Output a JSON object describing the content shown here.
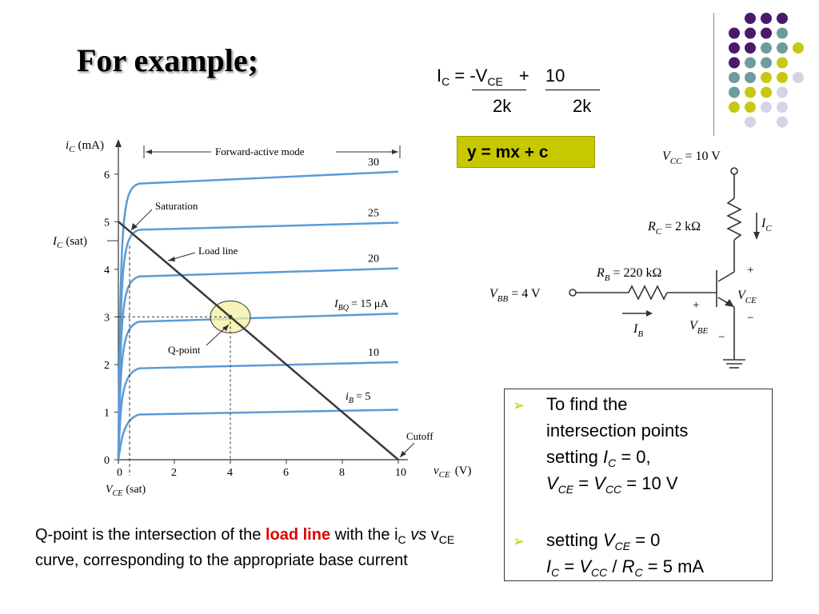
{
  "slide": {
    "title": "For example;",
    "equation": {
      "ic_label": "I",
      "ic_sub": "C",
      "equals": "= -V",
      "vce_sub": "CE",
      "plus": "+",
      "ten": "10",
      "den1": "2k",
      "den2": "2k"
    },
    "line_equation": "y = mx + c",
    "caption": {
      "part1": "Q-point is the intersection of the ",
      "highlight": "load line",
      "part2": " with the i",
      "sub_c": "C",
      "vs": " vs ",
      "v": "v",
      "sub_ce": "CE",
      "part3": " curve, corresponding to the appropriate base current"
    },
    "info": {
      "bullet1_line1": "To find the",
      "bullet1_line2": "intersection points",
      "bullet1_line3": "setting ",
      "bullet1_line4": "= 10 V",
      "bullet2_line1": "setting ",
      "bullet2_line2": "= 5 mA",
      "var_I": "I",
      "var_V": "V",
      "sub_C": "C",
      "sub_CE": "CE",
      "sub_CC": "CC",
      "eq_zero": "= 0,",
      "eq_zero2": "= 0",
      "eq": "=",
      "slash": "/",
      "var_R": "R",
      "sub_Cr": "C"
    }
  },
  "chart_data": {
    "type": "line",
    "ylabel": "i",
    "ylabel_sub": "C",
    "ylabel_unit": "(mA)",
    "xlabel": "v",
    "xlabel_sub": "CE",
    "xlabel_unit": "(V)",
    "xlim": [
      0,
      10
    ],
    "ylim": [
      0,
      6.5
    ],
    "x_ticks": [
      "0",
      "2",
      "4",
      "6",
      "8",
      "10"
    ],
    "y_ticks": [
      "0",
      "1",
      "2",
      "3",
      "4",
      "5",
      "6"
    ],
    "x_tick_values": [
      0,
      2,
      4,
      6,
      8,
      10
    ],
    "y_tick_values": [
      0,
      1,
      2,
      3,
      4,
      5,
      6
    ],
    "series": [
      {
        "name": "30",
        "values": [
          [
            0.75,
            5.8
          ],
          [
            10,
            6.05
          ]
        ]
      },
      {
        "name": "25",
        "values": [
          [
            0.75,
            4.83
          ],
          [
            10,
            4.98
          ]
        ]
      },
      {
        "name": "20",
        "values": [
          [
            0.75,
            3.85
          ],
          [
            10,
            4.02
          ]
        ]
      },
      {
        "name": "I_BQ = 15 µA",
        "values": [
          [
            0.75,
            2.9
          ],
          [
            10,
            3.07
          ]
        ]
      },
      {
        "name": "10",
        "values": [
          [
            0.75,
            1.92
          ],
          [
            10,
            2.05
          ]
        ]
      },
      {
        "name": "i_B = 5",
        "values": [
          [
            0.75,
            0.95
          ],
          [
            10,
            1.05
          ]
        ]
      }
    ],
    "series_labels": [
      "30",
      "25",
      "20",
      "15",
      "10",
      "5"
    ],
    "load_line": [
      [
        0,
        5
      ],
      [
        10,
        0
      ]
    ],
    "q_point": [
      4,
      3
    ],
    "annotations": {
      "forward_active": "Forward-active mode",
      "saturation": "Saturation",
      "load_line": "Load line",
      "q_point": "Q-point",
      "cutoff": "Cutoff",
      "ic_sat": "I",
      "ic_sat_sub": "C",
      "ic_sat_suffix": "(sat)",
      "vce_sat": "V",
      "vce_sat_sub": "CE",
      "vce_sat_suffix": "(sat)",
      "ibq": "I",
      "ibq_sub": "BQ",
      "ibq_val": "= 15 μA",
      "ib": "i",
      "ib_sub": "B",
      "ib_val": "= 5"
    }
  },
  "circuit": {
    "vcc": "V",
    "vcc_sub": "CC",
    "vcc_val": "= 10 V",
    "rc": "R",
    "rc_sub": "C",
    "rc_val": "= 2 kΩ",
    "ic": "I",
    "ic_sub": "C",
    "rb": "R",
    "rb_sub": "B",
    "rb_val": "= 220 kΩ",
    "vbb": "V",
    "vbb_sub": "BB",
    "vbb_val": "= 4 V",
    "ib": "I",
    "ib_sub": "B",
    "vce": "V",
    "vce_sub": "CE",
    "vbe": "V",
    "vbe_sub": "BE",
    "plus": "+",
    "minus": "−"
  },
  "decor": {
    "dot_colors": {
      "purple": "#4a1a6b",
      "teal": "#6e9c9c",
      "yellow": "#c8c814",
      "lavender": "#d4d4e8"
    }
  }
}
